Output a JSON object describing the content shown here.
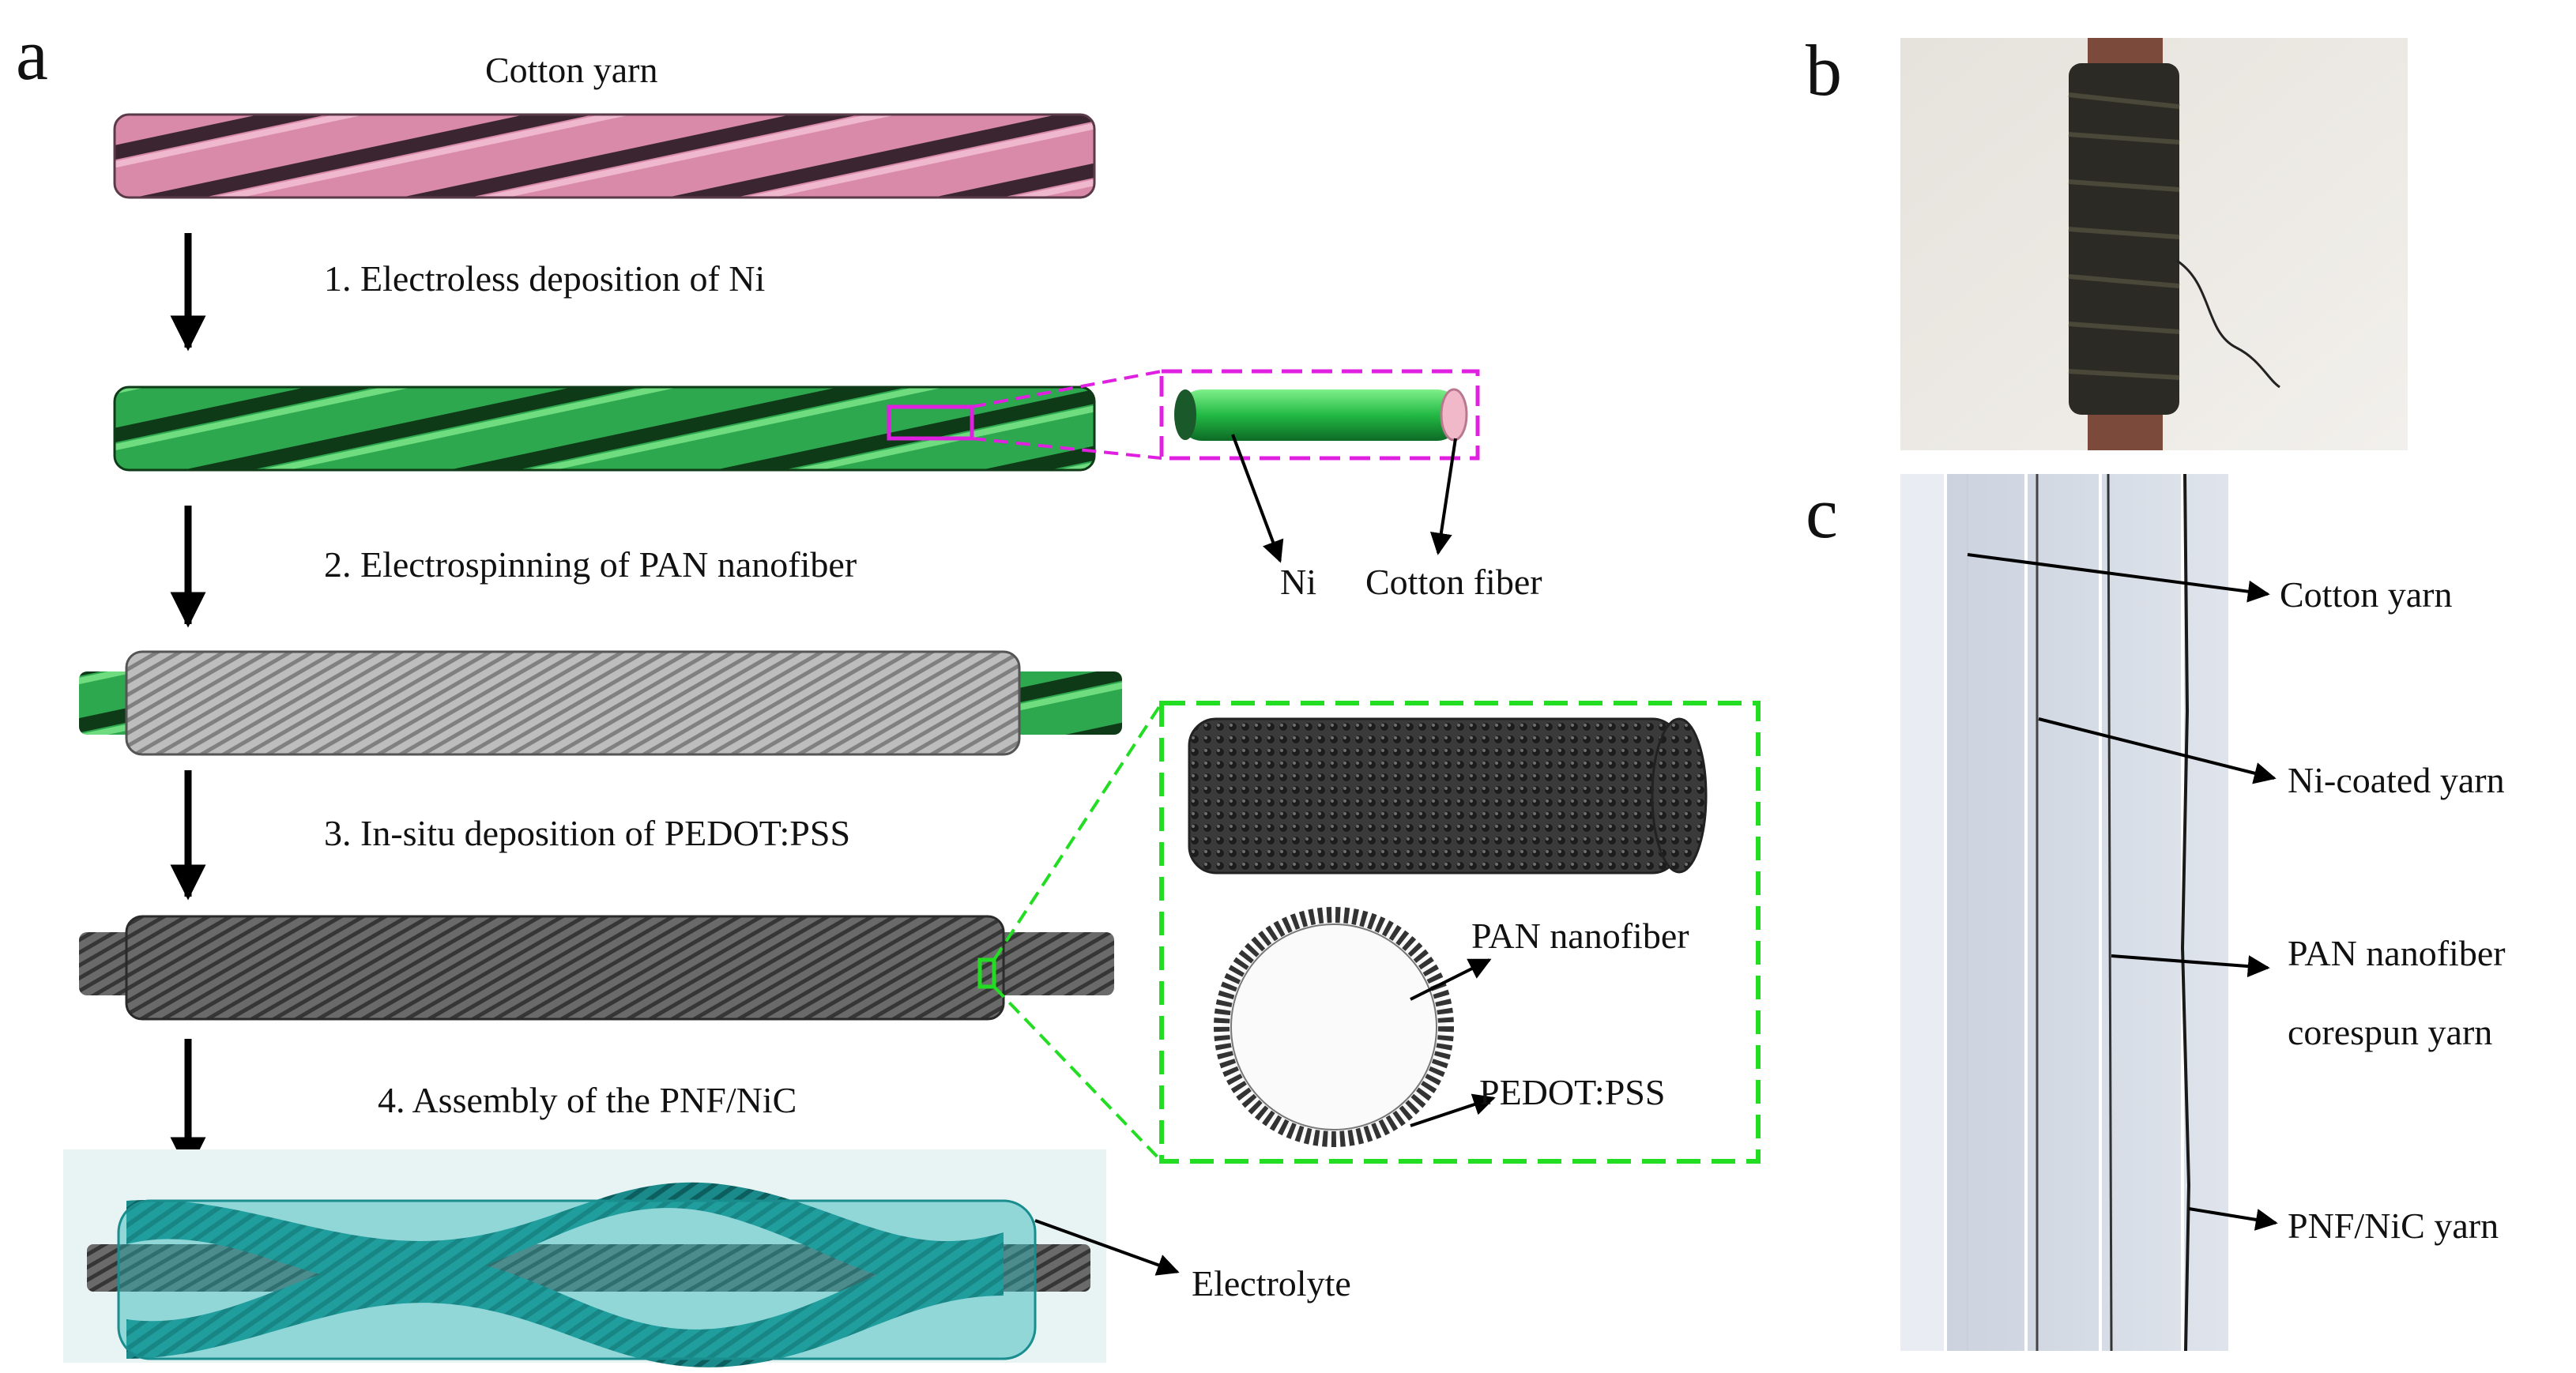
{
  "panels": {
    "a": "a",
    "b": "b",
    "c": "c"
  },
  "panel_a": {
    "title": "Cotton yarn",
    "steps": [
      "1. Electroless deposition of Ni",
      "2. Electrospinning of PAN nanofiber",
      "3. In-situ deposition of PEDOT:PSS",
      "4. Assembly of  the PNF/NiC"
    ],
    "inset1_labels": {
      "ni": "Ni",
      "cotton_fiber": "Cotton fiber"
    },
    "inset2_labels": {
      "pan": "PAN nanofiber",
      "pedot": "PEDOT:PSS"
    },
    "electrolyte": "Electrolyte"
  },
  "panel_c": {
    "labels": [
      "Cotton yarn",
      "Ni-coated yarn",
      "PAN nanofiber",
      "corespun yarn",
      "PNF/NiC yarn"
    ]
  },
  "colors": {
    "cotton": "#d88aa8",
    "nickel": "#2ea84e",
    "pan": "#b8b8b8",
    "pedot": "#5a5a5a",
    "electrolyte": "#1fa3a3",
    "inset1_border": "#e020e0",
    "inset2_border": "#22dd22"
  }
}
